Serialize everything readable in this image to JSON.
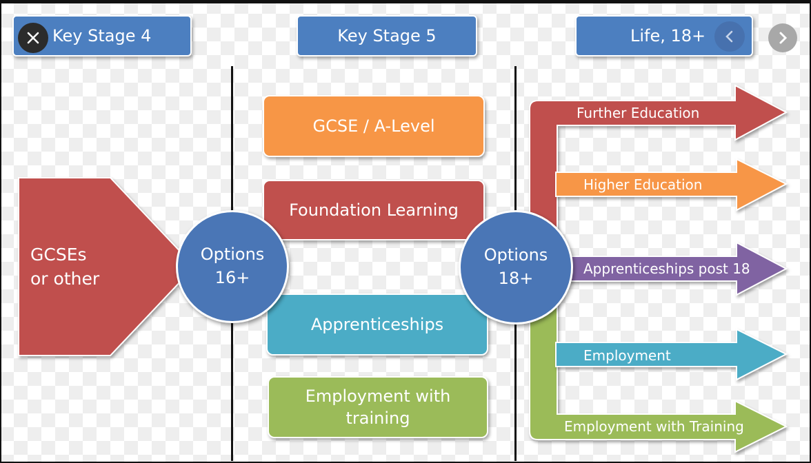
{
  "stages": {
    "ks4": "Key Stage 4",
    "ks5": "Key Stage 5",
    "life": "Life, 18+"
  },
  "start": {
    "line1": "GCSEs",
    "line2": "or other"
  },
  "options16": {
    "line1": "Options",
    "line2": "16+"
  },
  "options18": {
    "line1": "Options",
    "line2": "18+"
  },
  "ks5_routes": {
    "gcse": "GCSE / A-Level",
    "foundation": "Foundation Learning",
    "apprenticeships": "Apprenticeships",
    "employment_line1": "Employment with",
    "employment_line2": "training"
  },
  "life_routes": {
    "further": "Further Education",
    "higher": "Higher Education",
    "apprenticeships18": "Apprenticeships post 18",
    "employment": "Employment",
    "employment_training": "Employment with Training"
  },
  "icons": {
    "close": "close-icon",
    "prev": "chevron-left-icon",
    "next": "chevron-right-icon"
  },
  "colors": {
    "stage_blue": "#4c7fc0",
    "circle_blue": "#4a76b6",
    "red": "#c0504d",
    "orange": "#f79646",
    "teal": "#4bacc6",
    "green": "#9bbb59",
    "purple": "#8064a2"
  }
}
